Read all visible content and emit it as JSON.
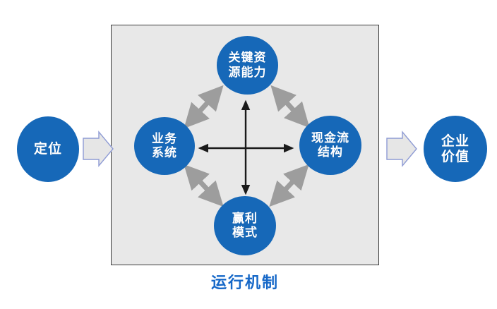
{
  "diagram": {
    "title_caption": "运行机制",
    "colors": {
      "node_blue": "#1668b8",
      "panel_fill": "#e8e8e8",
      "panel_border": "#3b3b3b",
      "caption_blue": "#1668c8",
      "diagonal_arrow_gray": "#9d9d9d",
      "cross_arrow_black": "#1a1a1a",
      "flow_arrow_fill": "#e6e6e6",
      "flow_arrow_stroke": "#8e9bd4"
    },
    "start_node": {
      "name": "positioning",
      "label": "定位"
    },
    "end_node": {
      "name": "enterprise-value",
      "label_line1": "企业",
      "label_line2": "价值"
    },
    "flow_arrows": [
      {
        "name": "flow-arrow-left",
        "icon": "right-arrow-icon"
      },
      {
        "name": "flow-arrow-right",
        "icon": "right-arrow-icon"
      }
    ],
    "mechanism": {
      "caption": "运行机制",
      "nodes": [
        {
          "name": "key-resources",
          "label_line1": "关键资",
          "label_line2": "源能力"
        },
        {
          "name": "business-system",
          "label_line1": "业务",
          "label_line2": "系统"
        },
        {
          "name": "cashflow-structure",
          "label_line1": "现金流",
          "label_line2": "结构"
        },
        {
          "name": "profit-model",
          "label_line1": "赢利",
          "label_line2": "模式"
        }
      ],
      "connectors": [
        {
          "name": "connector-business-to-key-resources",
          "style": "gray-double-arrow"
        },
        {
          "name": "connector-key-resources-to-cashflow",
          "style": "gray-double-arrow"
        },
        {
          "name": "connector-cashflow-to-profit-model",
          "style": "gray-double-arrow"
        },
        {
          "name": "connector-profit-model-to-business",
          "style": "gray-double-arrow"
        },
        {
          "name": "connector-horizontal-cross",
          "style": "black-double-arrow"
        },
        {
          "name": "connector-vertical-cross",
          "style": "black-double-arrow"
        }
      ]
    }
  }
}
